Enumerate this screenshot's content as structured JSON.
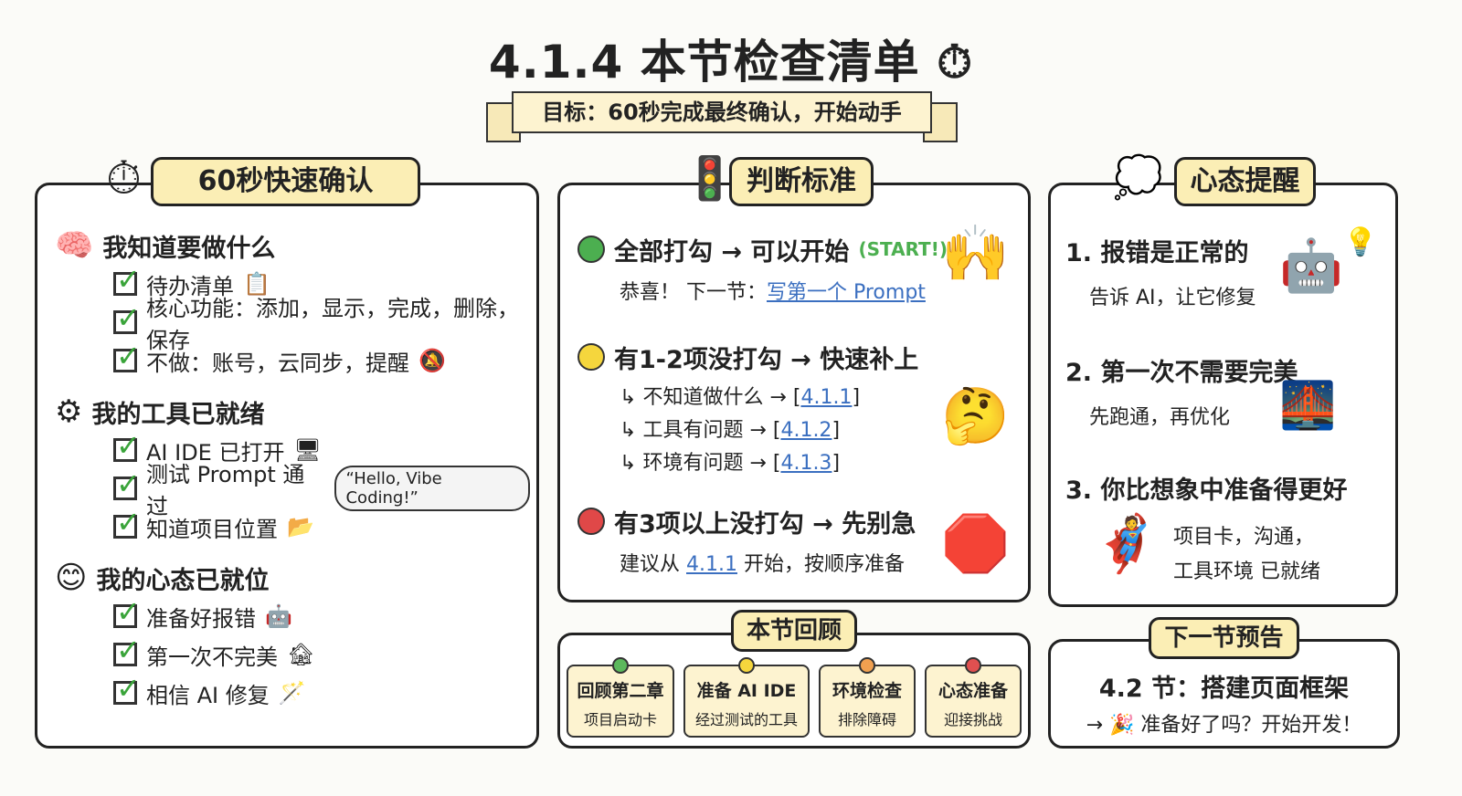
{
  "title": "4.1.4 本节检查清单",
  "title_icon": "stopwatch-icon",
  "goal": "目标：60秒完成最终确认，开始动手",
  "left": {
    "tag": "60秒快速确认",
    "groups": [
      {
        "heading": "我知道要做什么",
        "icon": "brain-icon",
        "items": [
          "待办清单",
          "核心功能：添加，显示，完成，删除，保存",
          "不做：账号，云同步，提醒"
        ]
      },
      {
        "heading": "我的工具已就绪",
        "icon": "gear-wrench-icon",
        "items": [
          "AI IDE 已打开",
          "测试 Prompt 通过",
          "知道项目位置"
        ],
        "bubble": "“Hello, Vibe Coding!”"
      },
      {
        "heading": "我的心态已就位",
        "icon": "smiley-icon",
        "items": [
          "准备好报错",
          "第一次不完美",
          "相信 AI 修复"
        ]
      }
    ]
  },
  "middle": {
    "tag": "判断标准",
    "green": {
      "title": "全部打勾 → 可以开始",
      "start": "(START!)",
      "sub_prefix": "恭喜！ 下一节：",
      "sub_link": "写第一个 Prompt",
      "color": "#4caf50"
    },
    "yellow": {
      "title": "有1-2项没打勾 → 快速补上",
      "color": "#f5d63d",
      "items": [
        {
          "label": "不知道做什么 →",
          "link": "4.1.1"
        },
        {
          "label": "工具有问题 →",
          "link": "4.1.2"
        },
        {
          "label": "环境有问题 →",
          "link": "4.1.3"
        }
      ]
    },
    "red": {
      "title": "有3项以上没打勾 → 先别急",
      "sub_prefix": "建议从",
      "sub_link": "4.1.1",
      "sub_suffix": "开始，按顺序准备",
      "color": "#e04848"
    }
  },
  "review": {
    "tag": "本节回顾",
    "cards": [
      {
        "a": "回顾第二章",
        "b": "项目启动卡",
        "color": "#5cb85c"
      },
      {
        "a": "准备 AI IDE",
        "b": "经过测试的工具",
        "color": "#f5d63d"
      },
      {
        "a": "环境检查",
        "b": "排除障碍",
        "color": "#f0a050"
      },
      {
        "a": "心态准备",
        "b": "迎接挑战",
        "color": "#e05050"
      }
    ]
  },
  "right": {
    "tag": "心态提醒",
    "items": [
      {
        "title": "1. 报错是正常的",
        "sub": "告诉 AI，让它修复"
      },
      {
        "title": "2. 第一次不需要完美",
        "sub": "先跑通，再优化"
      },
      {
        "title": "3. 你比想象中准备得更好",
        "sub1": "项目卡，沟通，",
        "sub2": "工具环境 已就绪"
      }
    ]
  },
  "next": {
    "tag": "下一节预告",
    "title": "4.2 节：搭建页面框架",
    "sub": "→ 🎉 准备好了吗？开始开发！"
  }
}
